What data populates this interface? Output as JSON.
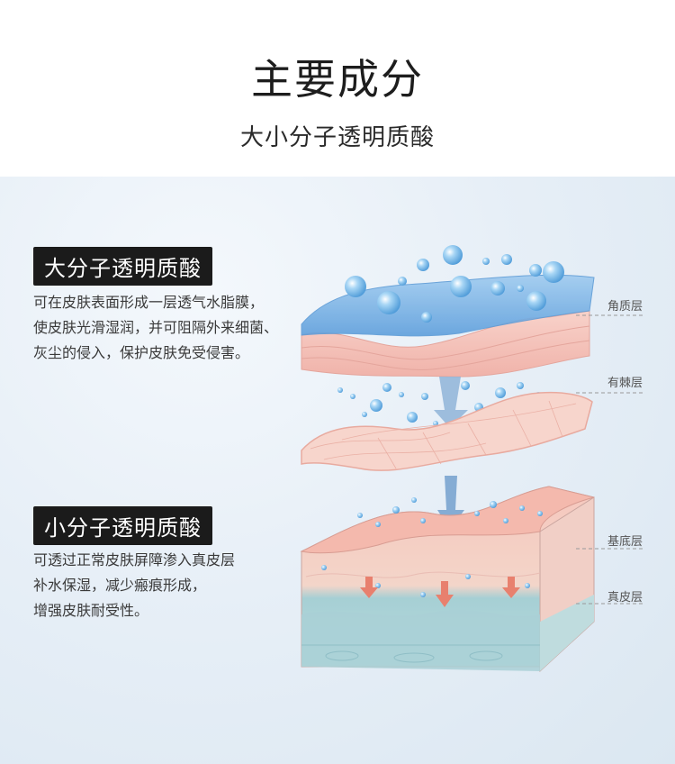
{
  "header": {
    "title": "主要成分",
    "subtitle": "大小分子透明质酸"
  },
  "sections": [
    {
      "badge": "大分子透明质酸",
      "lines": [
        "可在皮肤表面形成一层透气水脂膜，",
        "使皮肤光滑湿润，并可阻隔外来细菌、",
        "灰尘的侵入，保护皮肤免受侵害。"
      ]
    },
    {
      "badge": "小分子透明质酸",
      "lines": [
        "可透过正常皮肤屏障渗入真皮层",
        "补水保湿，减少瘢痕形成，",
        "增强皮肤耐受性。"
      ]
    }
  ],
  "layers": {
    "stratum_corneum": "角质层",
    "spinous": "有棘层",
    "basal": "基底层",
    "dermis": "真皮层"
  },
  "colors": {
    "badge_bg": "#1b1b1b",
    "film_blue": "#7fb7e8",
    "skin_pink": "#f4c2bb",
    "dermis_teal": "#a9d1d6",
    "arrow_red": "#e8806e",
    "droplet_blue": "#6fb3e6"
  }
}
